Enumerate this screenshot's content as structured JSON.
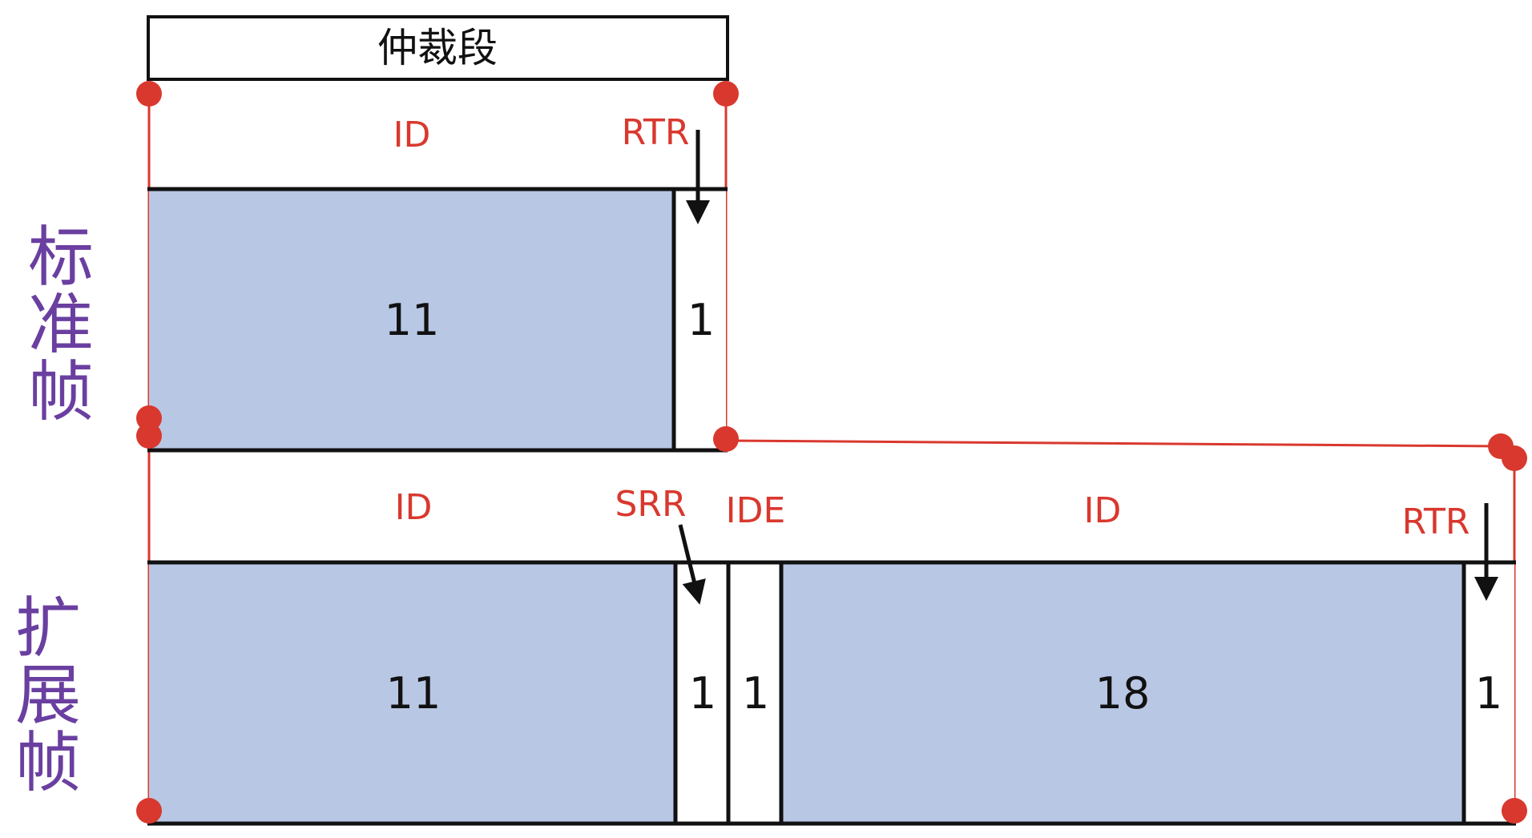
{
  "header": {
    "title": "仲裁段"
  },
  "colors": {
    "field_fill": "#b8c7e4",
    "boundary_red": "#d9382e",
    "label_red": "#d9382e",
    "side_purple": "#6a3fa0",
    "outline": "#111111"
  },
  "standard_frame": {
    "name_chars": [
      "标",
      "准",
      "帧"
    ],
    "fields": [
      {
        "label": "ID",
        "bits": "11"
      },
      {
        "label": "RTR",
        "bits": "1"
      }
    ]
  },
  "extended_frame": {
    "name_chars": [
      "扩",
      "展",
      "帧"
    ],
    "fields": [
      {
        "label": "ID",
        "bits": "11"
      },
      {
        "label": "SRR",
        "bits": "1"
      },
      {
        "label": "IDE",
        "bits": "1"
      },
      {
        "label": "ID",
        "bits": "18"
      },
      {
        "label": "RTR",
        "bits": "1"
      }
    ]
  }
}
